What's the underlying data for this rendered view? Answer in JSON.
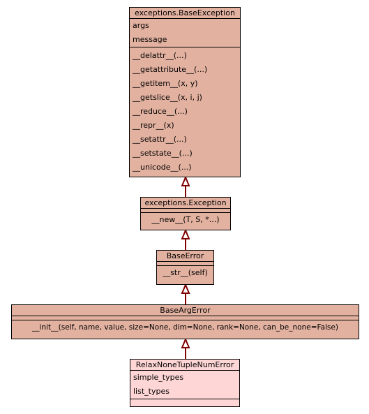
{
  "colors": {
    "box_fill": "#e2b1a0",
    "leaf_fill": "#fed6d6",
    "edge": "#800000"
  },
  "classes": {
    "base_exception": {
      "name": "exceptions.BaseException",
      "attributes": [
        "args",
        "message"
      ],
      "methods": [
        "__delattr__(...)",
        "__getattribute__(...)",
        "__getitem__(x, y)",
        "__getslice__(x, i, j)",
        "__reduce__(...)",
        "__repr__(x)",
        "__setattr__(...)",
        "__setstate__(...)",
        "__unicode__(...)"
      ]
    },
    "exception": {
      "name": "exceptions.Exception",
      "methods": [
        "__new__(T, S, *...)"
      ]
    },
    "base_error": {
      "name": "BaseError",
      "methods": [
        "__str__(self)"
      ]
    },
    "base_arg_error": {
      "name": "BaseArgError",
      "methods": [
        "__init__(self, name, value, size=None, dim=None, rank=None, can_be_none=False)"
      ]
    },
    "relax": {
      "name": "RelaxNoneTupleNumError",
      "attributes": [
        "simple_types",
        "list_types"
      ]
    }
  }
}
